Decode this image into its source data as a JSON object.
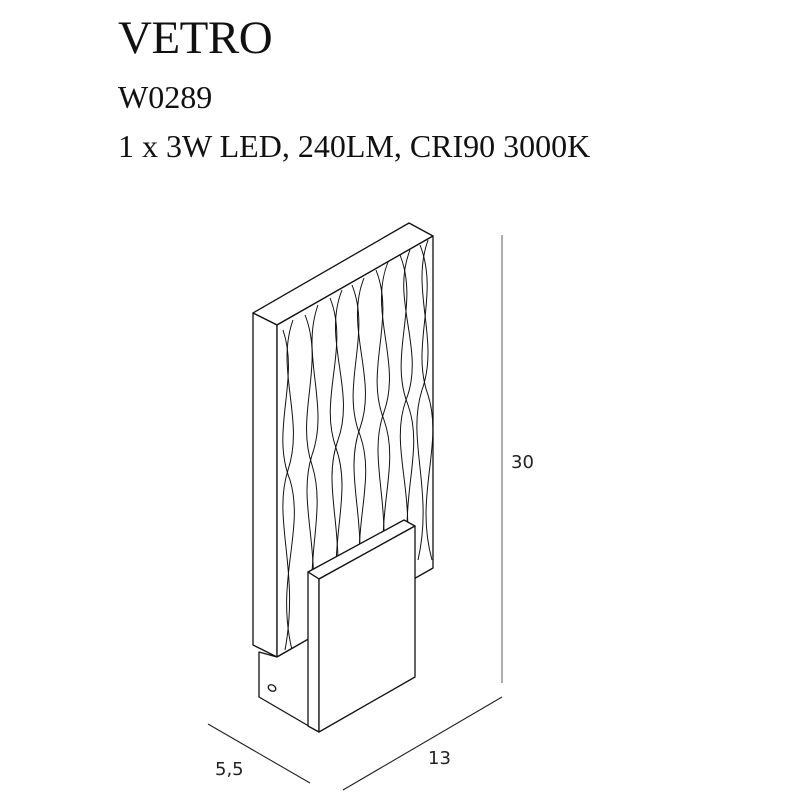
{
  "product": {
    "name": "VETRO",
    "code": "W0289",
    "spec": "1 x 3W LED, 240LM, CRI90 3000K"
  },
  "dimensions": {
    "height": "30",
    "depth": "5,5",
    "width": "13"
  },
  "colors": {
    "line": "#111111",
    "dimension_line": "#777777",
    "background": "#ffffff"
  }
}
